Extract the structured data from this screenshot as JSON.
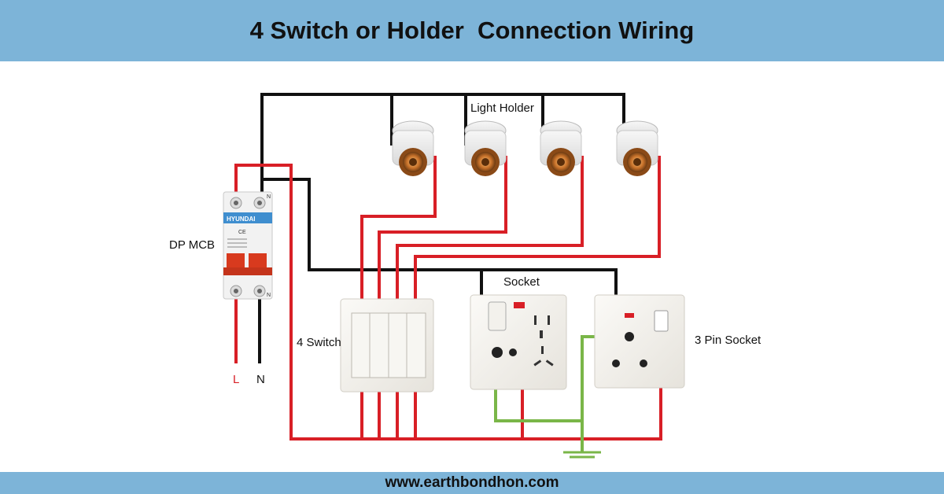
{
  "header": {
    "title": "4 Switch or Holder  Connection Wiring"
  },
  "labels": {
    "light_holder": "Light Holder",
    "dp_mcb": "DP MCB",
    "four_switch": "4 Switch",
    "socket": "Socket",
    "three_pin_socket": "3 Pin Socket",
    "live": "L",
    "neutral": "N"
  },
  "device_text": {
    "mcb_brand": "HYUNDAI",
    "mcb_mark": "CE",
    "mcb_top_terminal_right": "N",
    "mcb_bottom_terminal_right": "N"
  },
  "wire_colors": {
    "neutral": "#111111",
    "live": "#d81f26",
    "earth": "#7ab648"
  },
  "footer": {
    "url": "www.earthbondhon.com"
  }
}
